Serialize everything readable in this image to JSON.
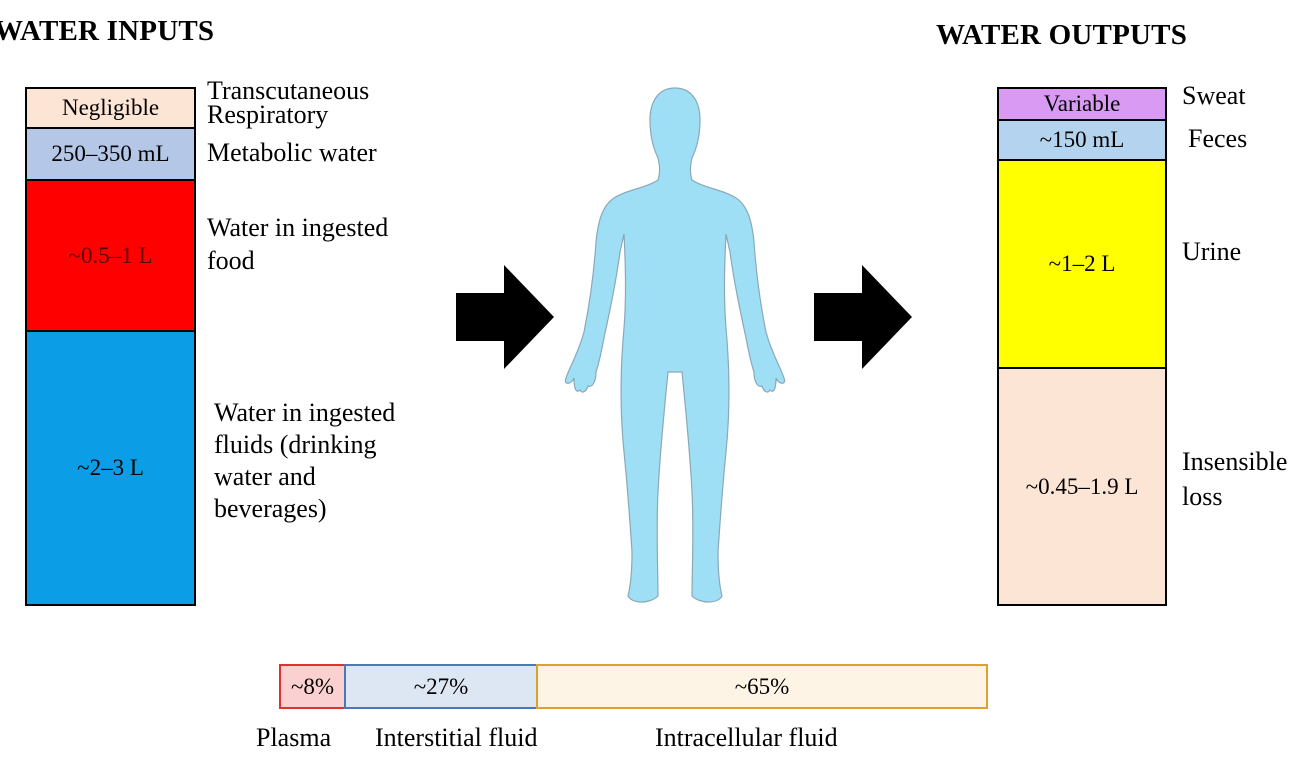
{
  "inputs": {
    "heading": "WATER INPUTS",
    "segments": [
      {
        "value": "Negligible",
        "label": "Transcutaneous\nRespiratory",
        "color": "#fde5d6"
      },
      {
        "value": "250–350 mL",
        "label": "Metabolic water",
        "color": "#b4c7e7"
      },
      {
        "value": "~0.5–1 L",
        "label": "Water in ingested\nfood",
        "color": "#ff0000"
      },
      {
        "value": "~2–3 L",
        "label": "Water in ingested\nfluids (drinking\nwater and\nbeverages)",
        "color": "#0b9ee6"
      }
    ]
  },
  "outputs": {
    "heading": "WATER OUTPUTS",
    "segments": [
      {
        "value": "Variable",
        "label": "Sweat",
        "color": "#d89af2"
      },
      {
        "value": "~150 mL",
        "label": "Feces",
        "color": "#b4d3ee"
      },
      {
        "value": "~1–2 L",
        "label": "Urine",
        "color": "#ffff00"
      },
      {
        "value": "~0.45–1.9 L",
        "label": "Insensible\nloss",
        "color": "#fde5d6"
      }
    ]
  },
  "compartments": [
    {
      "value": "~8%",
      "label": "Plasma",
      "fill": "#fbd0d0",
      "border": "#e03030"
    },
    {
      "value": "~27%",
      "label": "Interstitial fluid",
      "fill": "#dde6f3",
      "border": "#4a78b8"
    },
    {
      "value": "~65%",
      "label": "Intracellular fluid",
      "fill": "#fdf4e6",
      "border": "#e0a030"
    }
  ],
  "icons": {
    "arrows": [
      "right-arrow-icon",
      "right-arrow-icon"
    ],
    "body": "human-body-icon",
    "body_color": "#9fdff5"
  }
}
